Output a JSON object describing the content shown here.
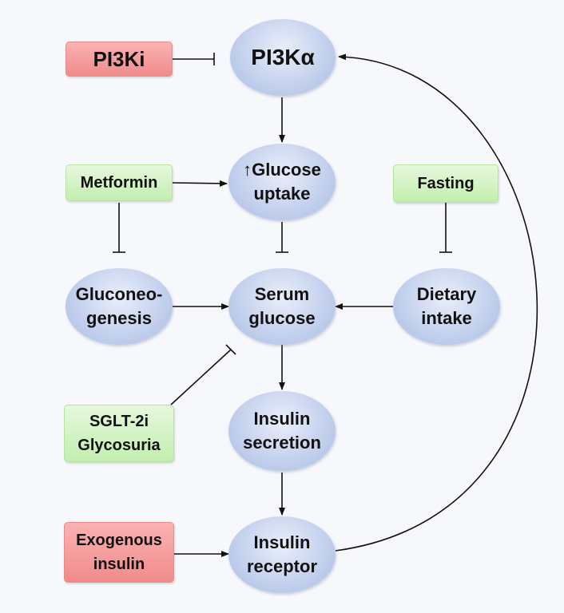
{
  "nodes": {
    "pi3ka": "PI3Kα",
    "glucose_uptake": [
      "↑Glucose",
      "uptake"
    ],
    "serum_glucose": [
      "Serum",
      "glucose"
    ],
    "gluconeogenesis": [
      "Gluconeo-",
      "genesis"
    ],
    "dietary_intake": [
      "Dietary",
      "intake"
    ],
    "insulin_secretion": [
      "Insulin",
      "secretion"
    ],
    "insulin_receptor": [
      "Insulin",
      "receptor"
    ]
  },
  "interventions": {
    "pi3ki": "PI3Ki",
    "metformin": "Metformin",
    "fasting": "Fasting",
    "sglt2i": [
      "SGLT-2i",
      "Glycosuria"
    ],
    "exogenous_insulin": [
      "Exogenous",
      "insulin"
    ]
  },
  "colors": {
    "node_fill": "#c5d2ee",
    "inhibitor_red": "#f08b8b",
    "modulator_green": "#c2eeaf",
    "line": "#111111",
    "background": "#f6f8fb"
  },
  "edges": [
    {
      "from": "PI3Ki",
      "to": "PI3Kα",
      "type": "inhibit"
    },
    {
      "from": "PI3Kα",
      "to": "↑Glucose uptake",
      "type": "activate"
    },
    {
      "from": "Metformin",
      "to": "↑Glucose uptake",
      "type": "activate"
    },
    {
      "from": "Metformin",
      "to": "Gluconeogenesis",
      "type": "inhibit"
    },
    {
      "from": "↑Glucose uptake",
      "to": "Serum glucose",
      "type": "inhibit"
    },
    {
      "from": "Fasting",
      "to": "Dietary intake",
      "type": "inhibit"
    },
    {
      "from": "Gluconeogenesis",
      "to": "Serum glucose",
      "type": "activate"
    },
    {
      "from": "Dietary intake",
      "to": "Serum glucose",
      "type": "activate"
    },
    {
      "from": "SGLT-2i Glycosuria",
      "to": "Serum glucose",
      "type": "inhibit"
    },
    {
      "from": "Serum glucose",
      "to": "Insulin secretion",
      "type": "activate"
    },
    {
      "from": "Insulin secretion",
      "to": "Insulin receptor",
      "type": "activate"
    },
    {
      "from": "Exogenous insulin",
      "to": "Insulin receptor",
      "type": "activate"
    },
    {
      "from": "Insulin receptor",
      "to": "PI3Kα",
      "type": "activate"
    }
  ]
}
